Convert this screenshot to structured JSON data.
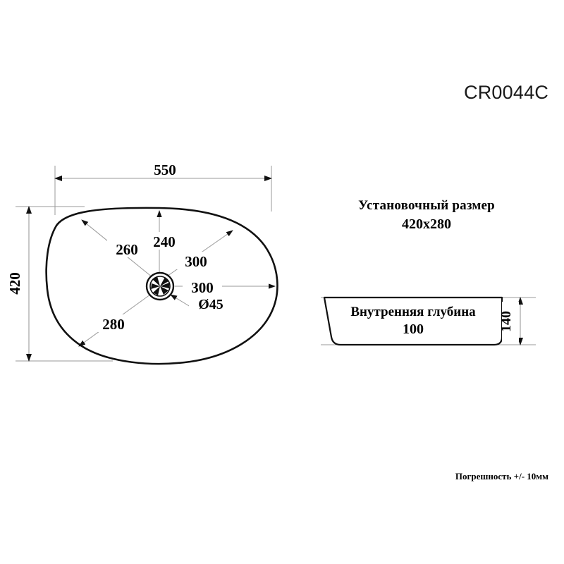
{
  "model": {
    "label": "CR0044C"
  },
  "install": {
    "title": "Установочный размер",
    "value": "420x280"
  },
  "tolerance": {
    "note": "Погрешность +/- 10мм"
  },
  "plan_view": {
    "overall_width": "550",
    "overall_height": "420",
    "radial_dims": [
      {
        "id": "upper-left",
        "label": "260"
      },
      {
        "id": "up",
        "label": "240"
      },
      {
        "id": "upper-right",
        "label": "300"
      },
      {
        "id": "right",
        "label": "300"
      },
      {
        "id": "lower-left",
        "label": "280"
      }
    ],
    "drain_diameter": "Ø45"
  },
  "section_view": {
    "depth_title": "Внутренняя глубина",
    "depth_value": "100",
    "overall_height": "140"
  },
  "colors": {
    "outline": "#111111",
    "dimension_line": "#9a9a9a",
    "text": "#000000",
    "background": "#ffffff"
  }
}
